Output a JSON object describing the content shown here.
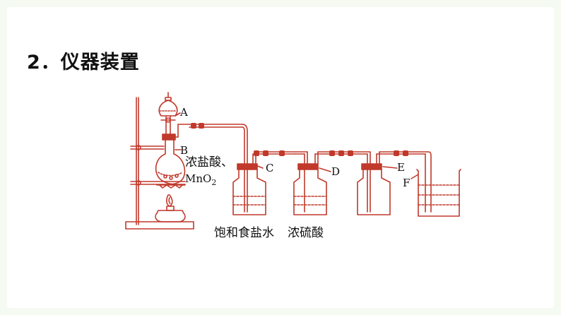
{
  "heading": "2．仪器装置",
  "labels": {
    "A": "A",
    "B": "B",
    "C": "C",
    "D": "D",
    "E": "E",
    "F": "F",
    "reagent_acid": "浓盐酸、",
    "reagent_mno2": "MnO",
    "reagent_mno2_sub": "2",
    "bottle_c_content": "饱和食盐水",
    "bottle_d_content": "浓硫酸"
  },
  "colors": {
    "line": "#c0392b",
    "background": "#f5fbf2",
    "panel": "#ffffff",
    "text": "#111111"
  }
}
